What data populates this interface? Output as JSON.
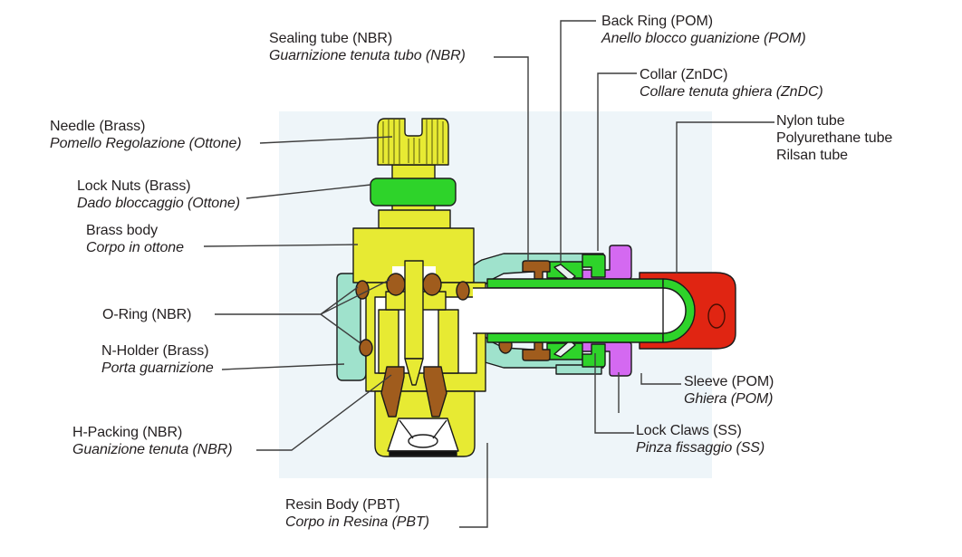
{
  "figure_type": "technical-cross-section-diagram",
  "subject": "push-in pneumatic flow control fitting cutaway with bilingual part labels",
  "colors": {
    "brass_yellow": "#e7ea33",
    "green": "#2ed32a",
    "resin_teal": "#9fe2cc",
    "seal_brown": "#a05c1d",
    "collar_purple": "#d469f1",
    "tube_red": "#e02512",
    "panel_blue": "#eef5f9",
    "leader_line": "#3d3d3d",
    "outline": "#1a1a1a",
    "text": "#231f20"
  },
  "labels": {
    "needle": {
      "en": "Needle (Brass)",
      "it": "Pomello Regolazione (Ottone)"
    },
    "lock_nuts": {
      "en": "Lock Nuts (Brass)",
      "it": "Dado bloccaggio (Ottone)"
    },
    "brass_body": {
      "en": "Brass body",
      "it": "Corpo in ottone"
    },
    "o_ring": {
      "en": "O-Ring (NBR)"
    },
    "n_holder": {
      "en": "N-Holder (Brass)",
      "it": "Porta guarnizione"
    },
    "h_packing": {
      "en": "H-Packing (NBR)",
      "it": "Guanizione tenuta (NBR)"
    },
    "resin_body": {
      "en": "Resin Body (PBT)",
      "it": "Corpo in Resina (PBT)"
    },
    "sealing_tube": {
      "en": "Sealing tube (NBR)",
      "it": "Guarnizione tenuta tubo (NBR)"
    },
    "back_ring": {
      "en": "Back Ring (POM)",
      "it": "Anello blocco guanizione (POM)"
    },
    "collar": {
      "en": "Collar (ZnDC)",
      "it": "Collare tenuta ghiera (ZnDC)"
    },
    "tube": {
      "en": "Nylon tube",
      "en2": "Polyurethane tube",
      "en3": "Rilsan tube"
    },
    "sleeve": {
      "en": "Sleeve (POM)",
      "it": "Ghiera (POM)"
    },
    "lock_claws": {
      "en": "Lock Claws (SS)",
      "it": "Pinza fissaggio (SS)"
    }
  }
}
